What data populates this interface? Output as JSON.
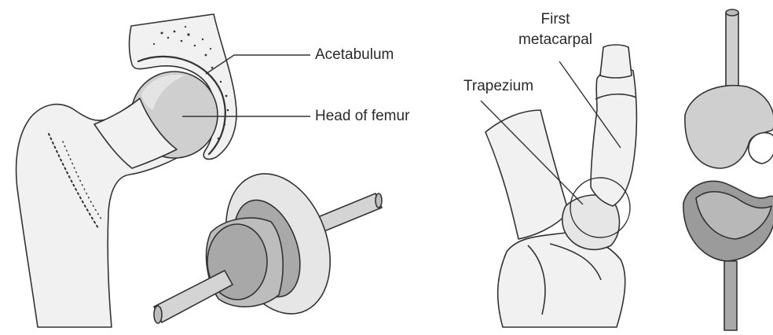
{
  "labels": {
    "acetabulum": "Acetabulum",
    "head_of_femur": "Head of femur",
    "first_metacarpal_line1": "First",
    "first_metacarpal_line2": "metacarpal",
    "trapezium": "Trapezium"
  },
  "colors": {
    "outline": "#333333",
    "bone_fill": "#f1f1f1",
    "light_gray": "#cfcfcf",
    "mid_gray": "#a9a9a9",
    "dark_gray": "#8a8a8a"
  }
}
